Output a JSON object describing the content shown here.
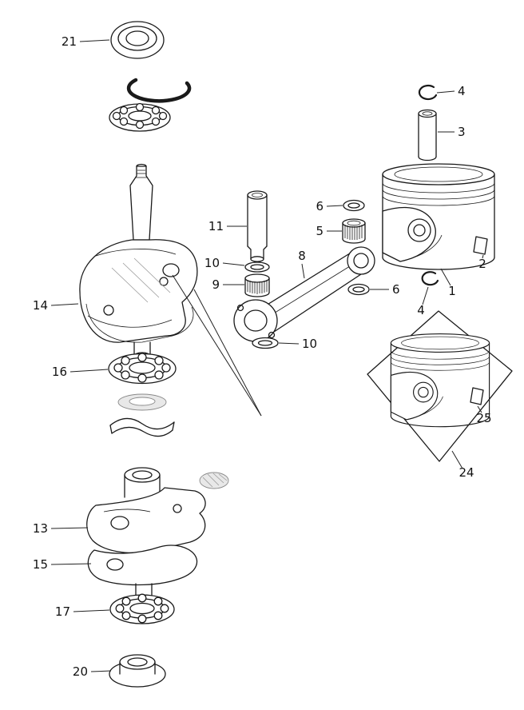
{
  "diagram": {
    "title": "crankshaft-and-piston-exploded-parts-diagram",
    "colors": {
      "background": "#ffffff",
      "line": "#1a1a1a",
      "shade": "#e8e8e8"
    },
    "callouts": [
      {
        "text": "21"
      },
      {
        "text": "4"
      },
      {
        "text": "3"
      },
      {
        "text": "6"
      },
      {
        "text": "5"
      },
      {
        "text": "11"
      },
      {
        "text": "10"
      },
      {
        "text": "9"
      },
      {
        "text": "8"
      },
      {
        "text": "6"
      },
      {
        "text": "1"
      },
      {
        "text": "2"
      },
      {
        "text": "4"
      },
      {
        "text": "14"
      },
      {
        "text": "16"
      },
      {
        "text": "10"
      },
      {
        "text": "25"
      },
      {
        "text": "24"
      },
      {
        "text": "13"
      },
      {
        "text": "15"
      },
      {
        "text": "17"
      },
      {
        "text": "20"
      }
    ]
  }
}
